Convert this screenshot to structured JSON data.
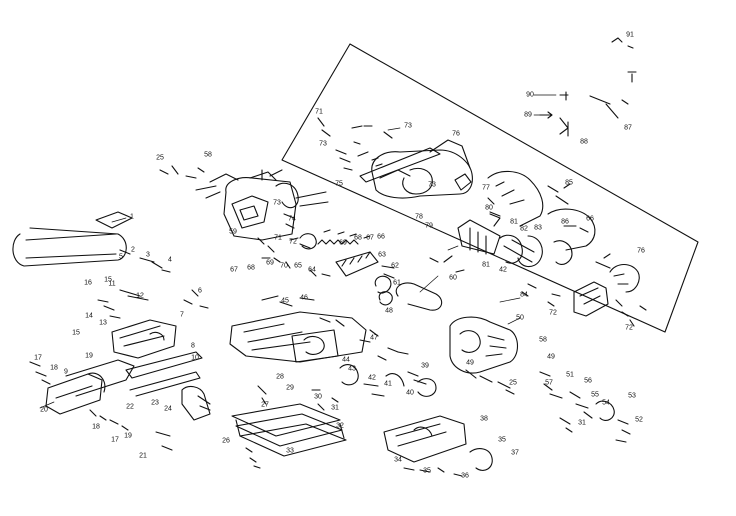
{
  "diagram": {
    "type": "exploded-parts-diagram",
    "line_color": "#111111",
    "background": "#ffffff",
    "callouts": [
      "1",
      "2",
      "3",
      "4",
      "5",
      "6",
      "7",
      "8",
      "9",
      "10",
      "11",
      "12",
      "13",
      "14",
      "15",
      "16",
      "17",
      "18",
      "19",
      "20",
      "21",
      "22",
      "23",
      "24",
      "25",
      "26",
      "27",
      "28",
      "29",
      "30",
      "31",
      "32",
      "33",
      "34",
      "35",
      "36",
      "37",
      "38",
      "39",
      "40",
      "41",
      "42",
      "43",
      "44",
      "45",
      "46",
      "47",
      "48",
      "49",
      "50",
      "51",
      "52",
      "53",
      "54",
      "55",
      "56",
      "57",
      "58",
      "59",
      "60",
      "61",
      "62",
      "63",
      "64",
      "65",
      "66",
      "67",
      "68",
      "69",
      "70",
      "71",
      "72",
      "73",
      "74",
      "75",
      "76",
      "77",
      "78",
      "79",
      "80",
      "81",
      "82",
      "83",
      "84",
      "85",
      "86",
      "87",
      "88",
      "89",
      "90",
      "91"
    ]
  }
}
